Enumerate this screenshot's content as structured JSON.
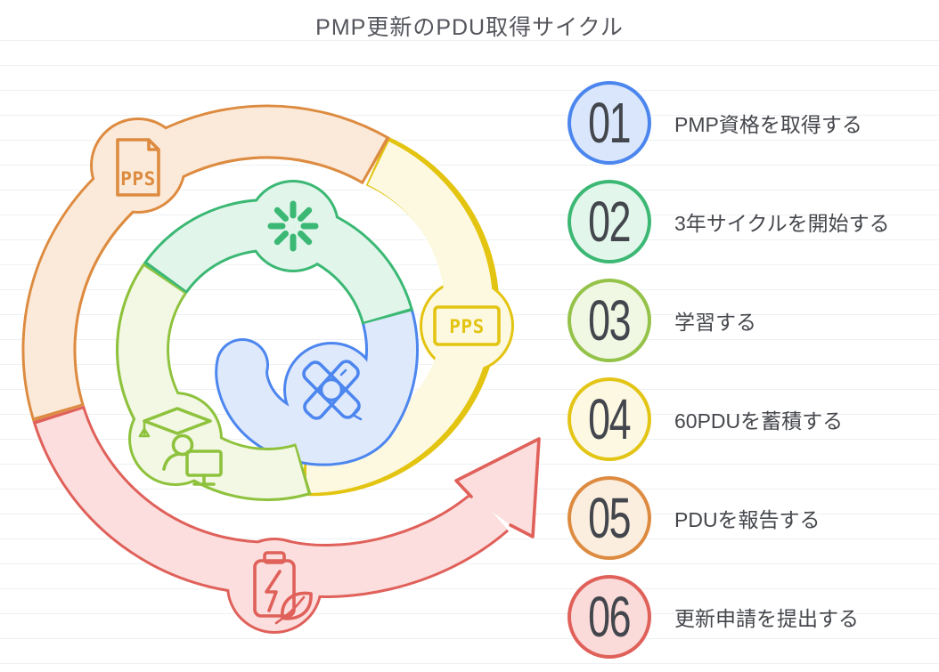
{
  "title": "PMP更新のPDU取得サイクル",
  "steps": [
    {
      "number": "01",
      "label": "PMP資格を取得する",
      "border_color": "#4b86ef",
      "fill_color": "#dae6fb"
    },
    {
      "number": "02",
      "label": "3年サイクルを開始する",
      "border_color": "#3cb874",
      "fill_color": "#e2f6eb"
    },
    {
      "number": "03",
      "label": "学習する",
      "border_color": "#95c249",
      "fill_color": "#f0f7e3"
    },
    {
      "number": "04",
      "label": "60PDUを蓄積する",
      "border_color": "#e3c516",
      "fill_color": "#fcf8e2"
    },
    {
      "number": "05",
      "label": "PDUを報告する",
      "border_color": "#dd8b40",
      "fill_color": "#fbeede"
    },
    {
      "number": "06",
      "label": "更新申請を提出する",
      "border_color": "#e0605a",
      "fill_color": "#fadbda"
    }
  ],
  "diagram": {
    "pps_file_label": "PPS",
    "pps_badge_label": "PPS",
    "segments": [
      {
        "name": "certify-blue",
        "line": "#4c86ee",
        "fill": "#dfe9fc"
      },
      {
        "name": "cycle-green",
        "line": "#3bb873",
        "fill": "#e1f5eb"
      },
      {
        "name": "learn-olive",
        "line": "#8ec23c",
        "fill": "#f2f8e4"
      },
      {
        "name": "accumulate-yellow",
        "line": "#e3c411",
        "fill": "#fdf9e1"
      },
      {
        "name": "report-orange",
        "line": "#dd8b40",
        "fill": "#fbead9"
      },
      {
        "name": "renew-red",
        "line": "#e0605a",
        "fill": "#fbdedd"
      }
    ]
  }
}
